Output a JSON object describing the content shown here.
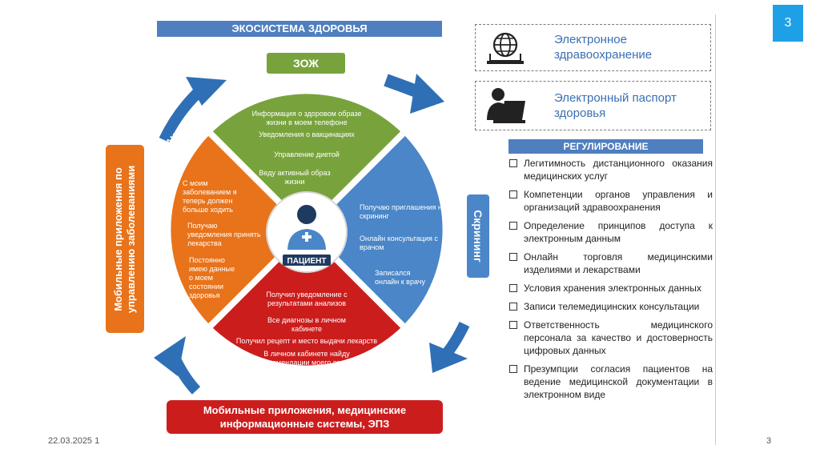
{
  "slide": {
    "number_badge": "3",
    "footer_date": "22.03.2025 1",
    "footer_number": "3"
  },
  "diagram": {
    "title": "ЭКОСИСТЕМА ЗДОРОВЬЯ",
    "zozh": "ЗОЖ",
    "screening": "Скрининг",
    "mobile_left": "Мобильные приложения по управлению заболеваниями",
    "mobile_bottom": "Мобильные приложения, медицинские информационные системы, ЭПЗ",
    "center_label": "ПАЦИЕНТ",
    "sectors": {
      "top": {
        "title": "ОЗДОРОВЛЕНИЕ И ПРОФИЛАКТИКА",
        "items": [
          "Информация о здоровом образе жизни в моем телефоне",
          "Уведомления о вакцинациях",
          "Управление диетой",
          "Веду активный образ жизни"
        ]
      },
      "right": {
        "title": "РАННЕЕ ВЫЯВЛЕНИЕ БОЛЕЗНИ",
        "items": [
          "Получаю приглашения на скрининг",
          "Онлайн консультация с врачом",
          "Записался онлайн к врачу"
        ]
      },
      "bottom": {
        "title": "ОКАЗАНИЕ МЕДИЦИНСКОЙ ПОМОЩИ",
        "items": [
          "Получил уведомление с результатами анализов",
          "Все диагнозы в личном кабинете",
          "Получил рецепт и место выдачи лекарств",
          "В личном кабинете найду рекомендации моего врача"
        ]
      },
      "left": {
        "title": "УПРАВЛЕНИЕ ЗАБОЛЕВАНИЕМ И РЕАБИЛИТАЦИЯ",
        "items": [
          "С моим заболеванием я теперь должен больше ходить",
          "Получаю уведомления принять лекарства",
          "Постоянно имею данные о моем состоянии здоровья"
        ]
      }
    },
    "colors": {
      "top": "#78a33c",
      "right": "#4a86c8",
      "bottom": "#cc1d1d",
      "left": "#e8731a",
      "arrow": "#2f6fb5"
    }
  },
  "cards": [
    {
      "label": "Электронное здравоохранение",
      "icon": "globe-laptop-icon"
    },
    {
      "label": "Электронный паспорт здоровья",
      "icon": "person-laptop-icon"
    }
  ],
  "regulation": {
    "title": "РЕГУЛИРОВАНИЕ",
    "items": [
      "Легитимность дистанционного оказания медицинских услуг",
      "Компетенции органов управления и организаций здравоохранения",
      "Определение принципов доступа к электронным данным",
      "Онлайн торговля медицинскими изделиями и лекарствами",
      "Условия хранения электронных данных",
      "Записи телемедицинских консультации",
      "Ответственность медицинского персонала за качество и достоверность цифровых данных",
      "Презумпции согласия пациентов на ведение медицинской документации в электронном виде"
    ]
  }
}
